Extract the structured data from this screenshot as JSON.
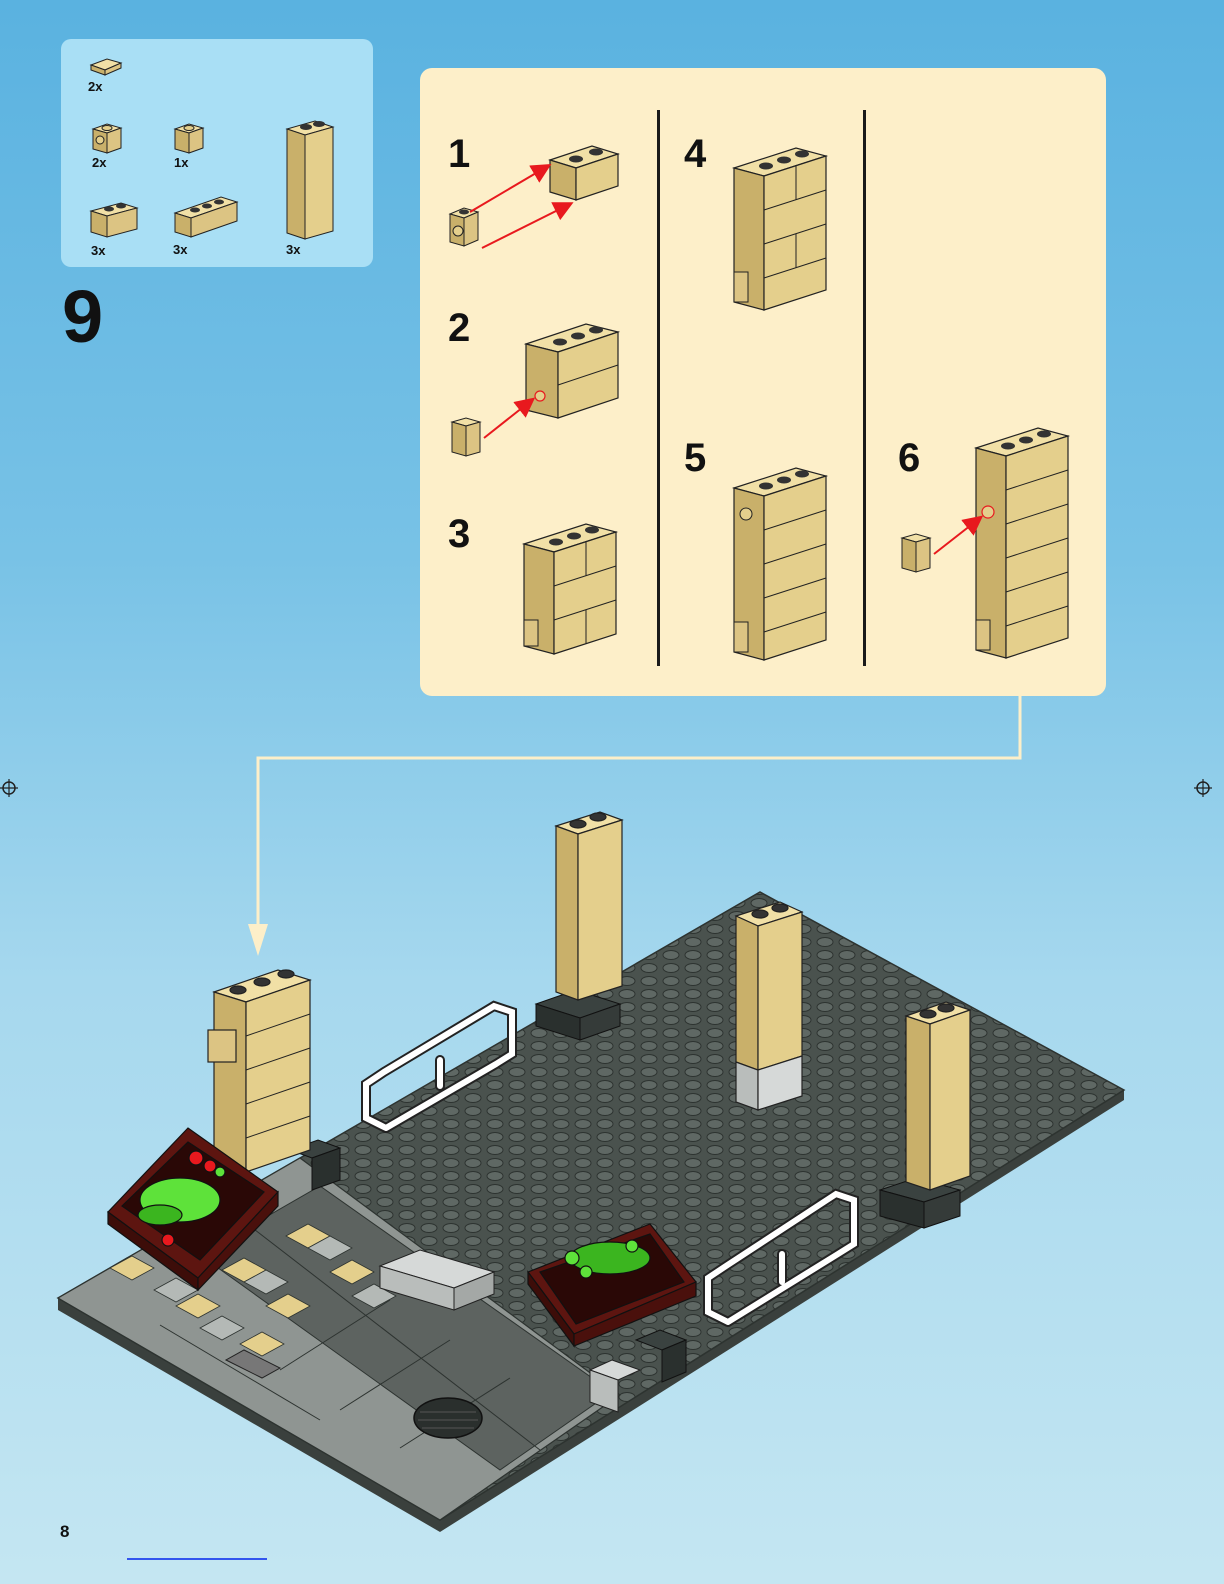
{
  "parts_list": [
    {
      "qty": "2x",
      "part": "tile-1x1"
    },
    {
      "qty": "2x",
      "part": "brick-1x1-stud-side"
    },
    {
      "qty": "1x",
      "part": "brick-1x1"
    },
    {
      "qty": "3x",
      "part": "brick-1x2"
    },
    {
      "qty": "3x",
      "part": "brick-1x3"
    },
    {
      "qty": "3x",
      "part": "brick-1x1x3"
    }
  ],
  "step_number": "9",
  "substeps": [
    "1",
    "2",
    "3",
    "4",
    "5",
    "6"
  ],
  "page_number": "8",
  "colors": {
    "tan": "#e4cf8c",
    "tan_dark": "#b59c55",
    "arrow_red": "#e8191e",
    "panel_bg": "#fdefc9",
    "parts_bg": "#a9dff5",
    "baseplate": "#525a56",
    "tile_light": "#b4b9b6",
    "dark_red": "#5d1510",
    "leaf_green": "#5ee23a",
    "white": "#ffffff"
  }
}
